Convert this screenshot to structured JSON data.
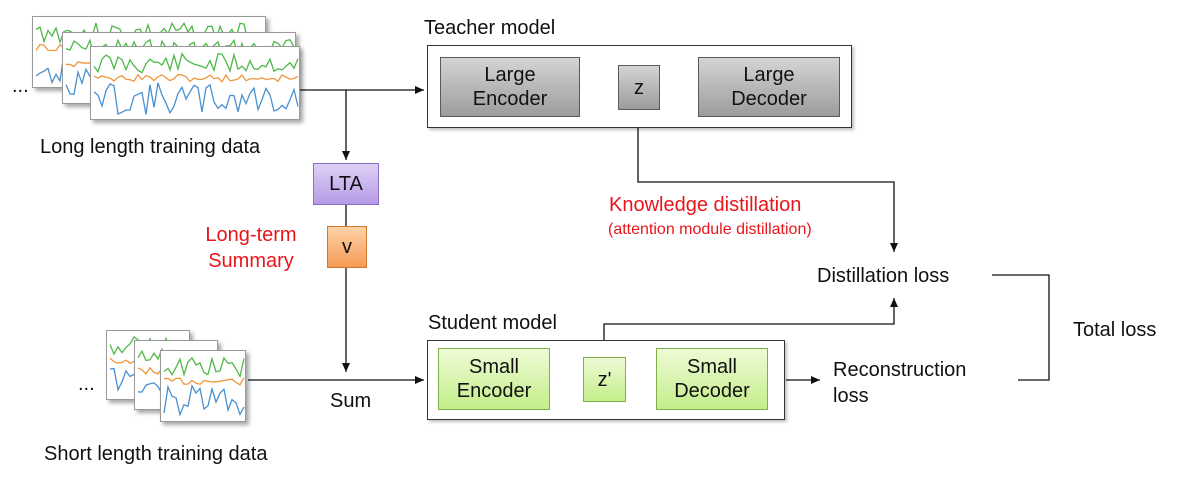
{
  "teacher": {
    "title": "Teacher model",
    "encoder": [
      "Large",
      "Encoder"
    ],
    "latent": "z",
    "decoder": [
      "Large",
      "Decoder"
    ]
  },
  "student": {
    "title": "Student model",
    "encoder": [
      "Small",
      "Encoder"
    ],
    "latent": "z'",
    "decoder": [
      "Small",
      "Decoder"
    ]
  },
  "data": {
    "long_label": "Long length training data",
    "short_label": "Short length training data",
    "ellipsis": "..."
  },
  "lta": {
    "box": "LTA",
    "vector": "v",
    "summary": [
      "Long-term",
      "Summary"
    ]
  },
  "sum_label": "Sum",
  "kd": {
    "title": "Knowledge distillation",
    "subtitle": "(attention module distillation)"
  },
  "losses": {
    "distillation": "Distillation loss",
    "reconstruction": [
      "Reconstruction",
      "loss"
    ],
    "total": "Total loss"
  },
  "colors": {
    "red_text": "#e8161c",
    "series_green": "#4fb848",
    "series_orange": "#f0963c",
    "series_blue": "#4a90d0",
    "lta_fill": "#c9b3ec",
    "v_fill": "#f9b37c"
  }
}
